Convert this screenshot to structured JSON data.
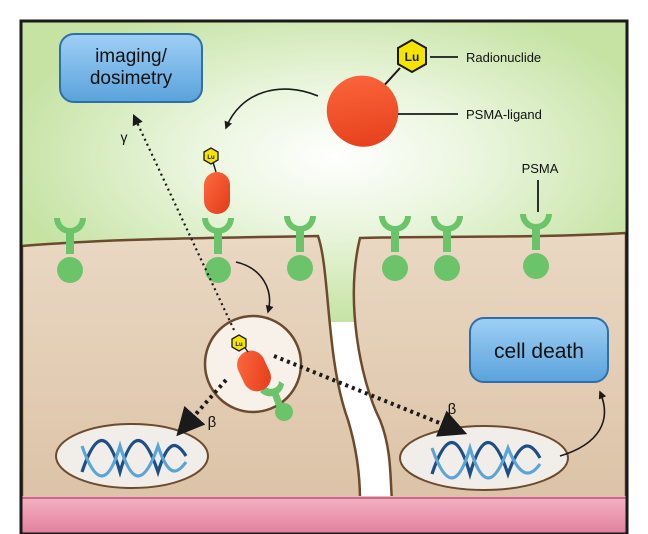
{
  "labels": {
    "radionuclide": "Radionuclide",
    "psma_ligand": "PSMA-ligand",
    "psma": "PSMA",
    "imaging_line1": "imaging/",
    "imaging_line2": "dosimetry",
    "cell_death": "cell death",
    "gamma": "γ",
    "beta_left": "β",
    "beta_right": "β",
    "lu_symbol": "Lu"
  },
  "colors": {
    "frame": "#1a1a1a",
    "extracellular_green": "#cfe8b0",
    "cell_tan": "#e3cdb4",
    "membrane_green": "#6cc46a",
    "ligand_red": "#ee4a23",
    "radionuclide_yellow": "#f4e400",
    "blue_box": "#7ab8e8",
    "basement_pink": "#e98aa5",
    "nucleus_fill": "#f1ede8",
    "dna_blue": "#1d4f86"
  }
}
